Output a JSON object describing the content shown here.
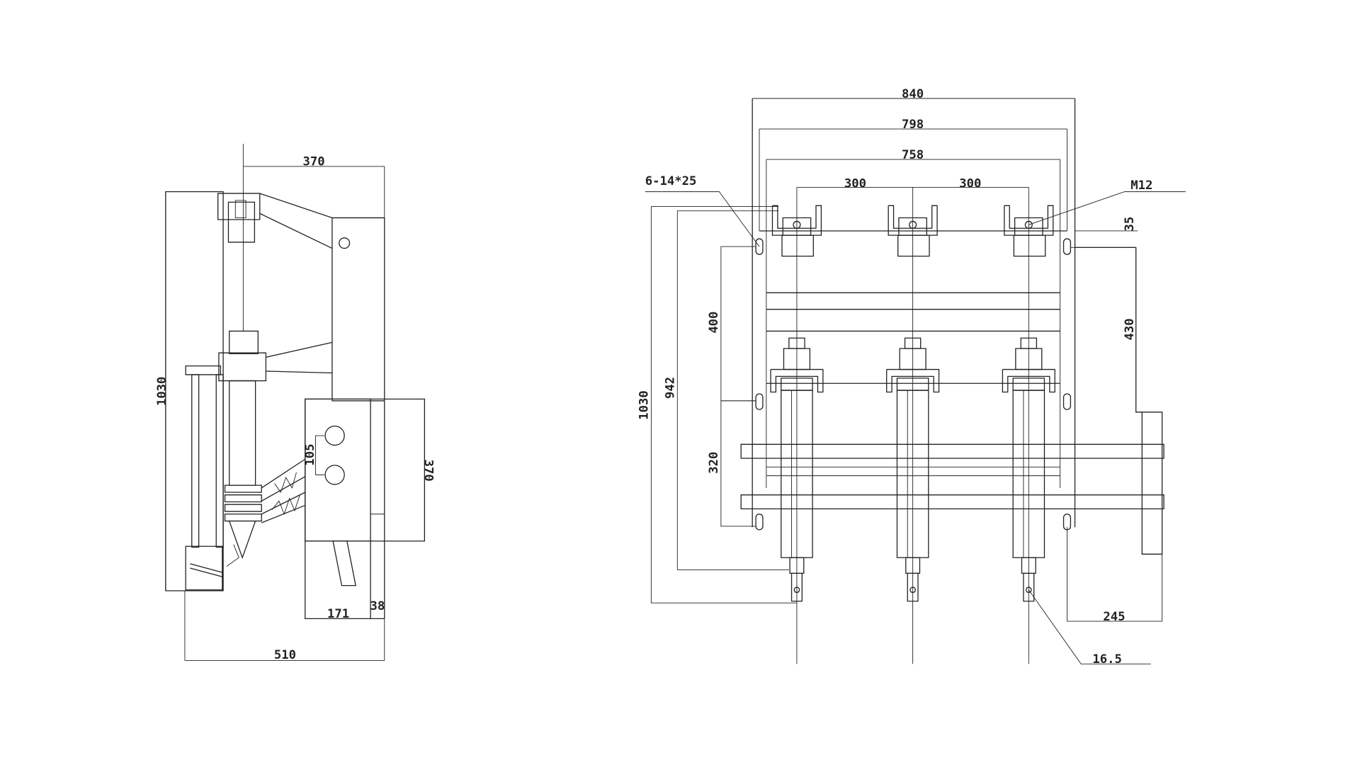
{
  "side_view": {
    "width_top": "370",
    "height_total": "1030",
    "width_total": "510",
    "box_height": "370",
    "hole_spacing": "105",
    "base_width": "171",
    "base_offset": "38"
  },
  "front_view": {
    "overall_width": "840",
    "mid_width": "798",
    "inner_width": "758",
    "pole_spacing_left": "300",
    "pole_spacing_right": "300",
    "hole_callout": "6-14*25",
    "bolt_callout": "M12",
    "top_offset": "35",
    "height_right": "430",
    "height_outer": "1030",
    "height_inner": "942",
    "height_upper_holes": "400",
    "height_lower_holes": "320",
    "bottom_right": "245",
    "terminal_hole": "16.5"
  }
}
